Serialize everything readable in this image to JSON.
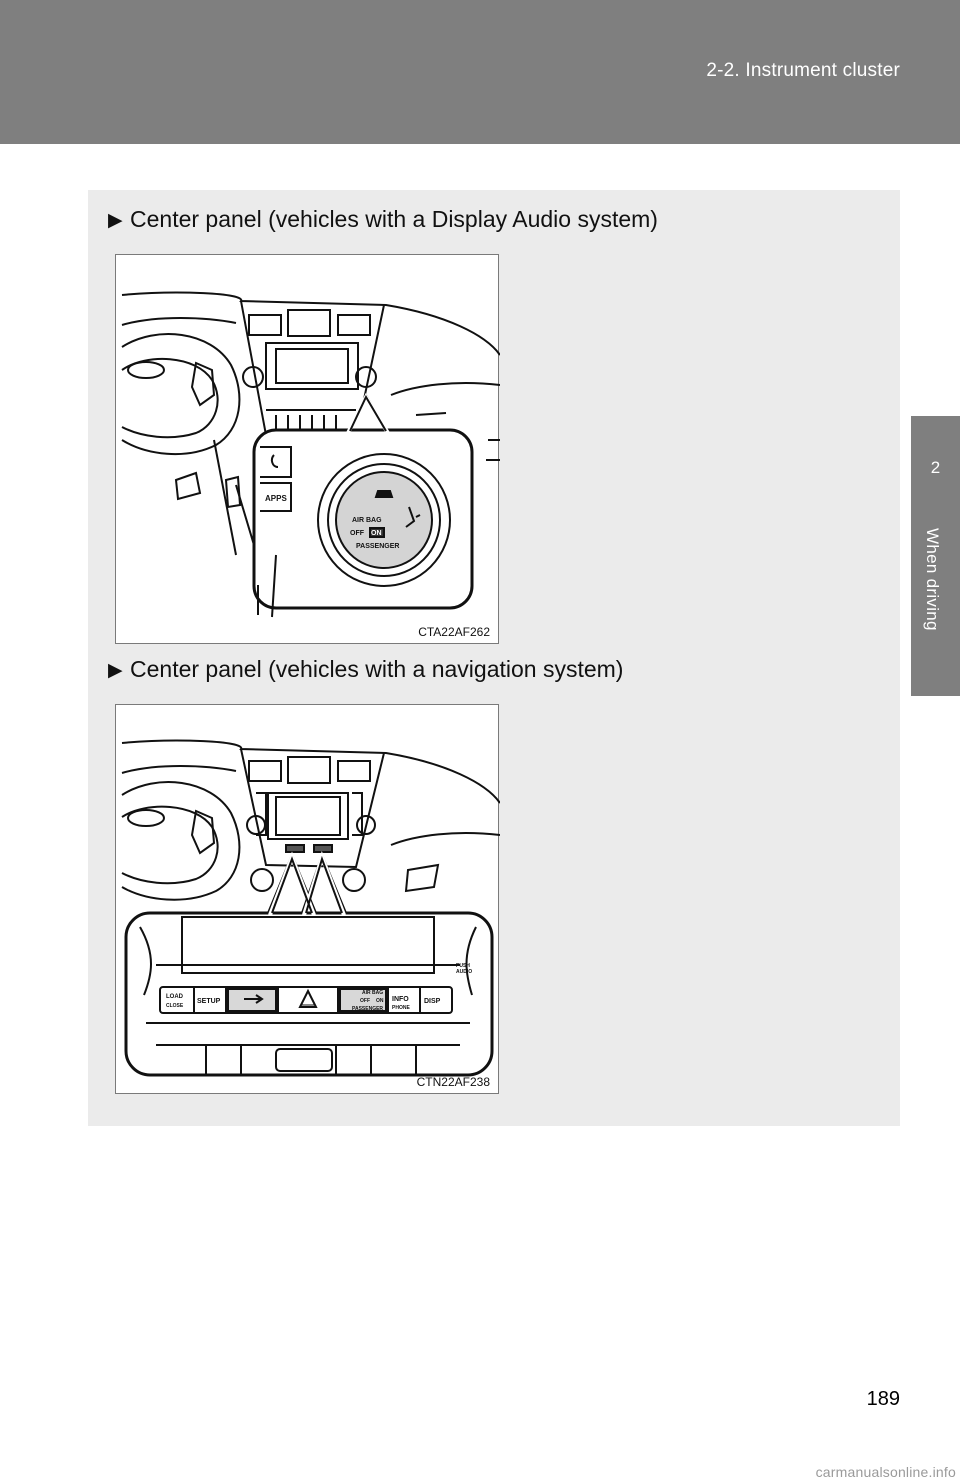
{
  "header": {
    "section": "2-2. Instrument cluster"
  },
  "side_tab": {
    "number": "2",
    "label": "When driving"
  },
  "figures": [
    {
      "heading": "Center panel (vehicles with a Display Audio system)",
      "code": "CTA22AF262",
      "labels": {
        "apps": "APPS",
        "airbag": "AIR BAG",
        "off": "OFF",
        "on": "ON",
        "passenger": "PASSENGER"
      }
    },
    {
      "heading": "Center panel (vehicles with a navigation system)",
      "code": "CTN22AF238",
      "labels": {
        "load": "LOAD",
        "close": "CLOSE",
        "setup": "SETUP",
        "airbag": "AIR BAG",
        "off": "OFF",
        "on": "ON",
        "passenger": "PASSENGER",
        "info": "INFO",
        "phone": "PHONE",
        "disp": "DISP",
        "push": "PUSH",
        "audio": "AUDIO"
      }
    }
  ],
  "page": {
    "number": "189"
  },
  "footer": {
    "watermark": "carmanualsonline.info"
  },
  "colors": {
    "header_bg": "#7f7f7f",
    "content_bg": "#ebebeb"
  }
}
